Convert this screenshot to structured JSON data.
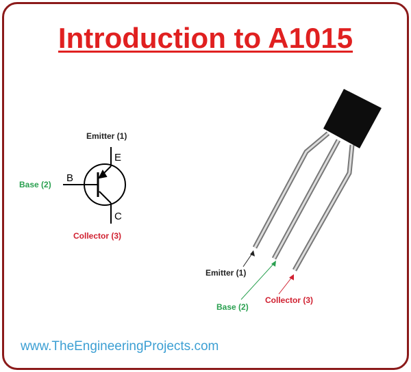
{
  "title": "Introduction to A1015",
  "symbol": {
    "emitter": "Emitter (1)",
    "base": "Base (2)",
    "collector": "Collector (3)",
    "pin_e": "E",
    "pin_b": "B",
    "pin_c": "C"
  },
  "package": {
    "emitter": "Emitter (1)",
    "base": "Base (2)",
    "collector": "Collector (3)"
  },
  "footer": "www.TheEngineeringProjects.com",
  "colors": {
    "title": "#e02020",
    "base": "#2aa050",
    "collector": "#d02030",
    "emitter": "#222222",
    "footer": "#3c9fd3",
    "border": "#8b1a1a"
  }
}
